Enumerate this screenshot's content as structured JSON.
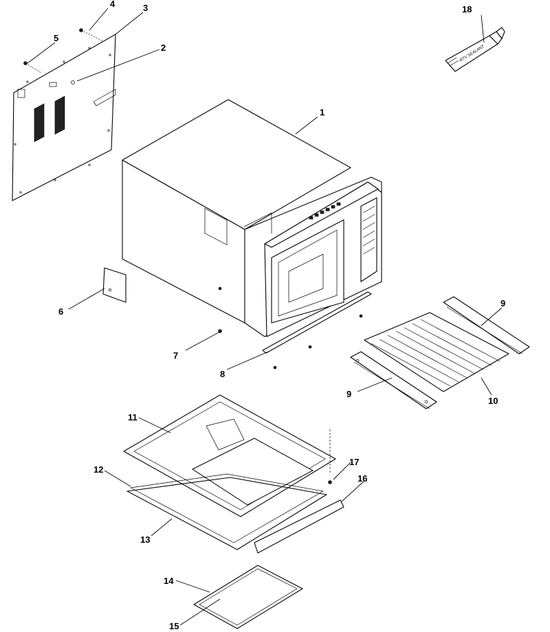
{
  "callouts": [
    {
      "label": "1"
    },
    {
      "label": "2"
    },
    {
      "label": "3"
    },
    {
      "label": "4"
    },
    {
      "label": "5"
    },
    {
      "label": "6"
    },
    {
      "label": "7"
    },
    {
      "label": "8"
    },
    {
      "label": "9"
    },
    {
      "label": "9"
    },
    {
      "label": "10"
    },
    {
      "label": "11"
    },
    {
      "label": "12"
    },
    {
      "label": "13"
    },
    {
      "label": "14"
    },
    {
      "label": "15"
    },
    {
      "label": "16"
    },
    {
      "label": "17"
    },
    {
      "label": "18"
    }
  ],
  "tube_text": "RTV SEALANT"
}
